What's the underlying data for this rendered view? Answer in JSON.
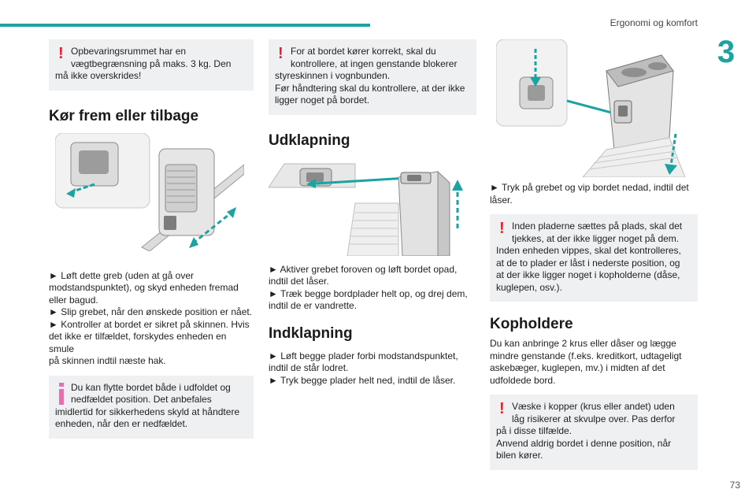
{
  "header": {
    "section_title": "Ergonomi og komfort",
    "chapter_number": "3",
    "page_number": "73"
  },
  "col1": {
    "warn1_line1": "Opbevaringsrummet har en",
    "warn1_line2": "vægtbegrænsning på maks. 3 kg. Den",
    "warn1_line3": "må ikke overskrides!",
    "heading": "Kør frem eller tilbage",
    "body": [
      "► Løft dette greb (uden at gå over",
      "modstandspunktet), og skyd enheden fremad",
      "eller bagud.",
      "► Slip grebet, når den ønskede position er nået.",
      "► Kontroller at bordet er sikret på skinnen. Hvis",
      "det ikke er tilfældet, forskydes enheden en smule",
      "på skinnen indtil næste hak."
    ],
    "info_line1": "Du kan flytte bordet både i udfoldet og",
    "info_line2": "nedfældet position. Det anbefales",
    "info_line3": "imidlertid for sikkerhedens skyld at håndtere",
    "info_line4": "enheden, når den er nedfældet."
  },
  "col2": {
    "warn_line1": "For at bordet kører korrekt, skal du",
    "warn_line2": "kontrollere, at ingen genstande blokerer",
    "warn_line3": "styreskinnen i vognbunden.",
    "warn_line4": "Før håndtering skal du kontrollere, at der ikke",
    "warn_line5": "ligger noget på bordet.",
    "heading1": "Udklapning",
    "body1": [
      "► Aktiver grebet foroven og løft bordet opad,",
      "indtil det låser.",
      "► Træk begge bordplader helt op, og drej dem,",
      "indtil de er vandrette."
    ],
    "heading2": "Indklapning",
    "body2": [
      "► Løft begge plader forbi modstandspunktet,",
      "indtil de står lodret.",
      "► Tryk begge plader helt ned, indtil de låser."
    ]
  },
  "col3": {
    "body1": [
      "► Tryk på grebet og vip bordet nedad, indtil det",
      "låser."
    ],
    "warn1_line1": "Inden pladerne sættes på plads, skal det",
    "warn1_line2": "tjekkes, at der ikke ligger noget på dem.",
    "warn1_line3": "Inden enheden vippes, skal det kontrolleres,",
    "warn1_line4": "at de to plader er låst i nederste position, og",
    "warn1_line5": "at der ikke ligger noget i kopholderne (dåse,",
    "warn1_line6": "kuglepen, osv.).",
    "heading": "Kopholdere",
    "body2": [
      "Du kan anbringe 2 krus eller dåser og lægge",
      "mindre genstande (f.eks. kreditkort, udtageligt",
      "askebæger, kuglepen, mv.) i midten af det",
      "udfoldede bord."
    ],
    "warn2_line1": "Væske i kopper (krus eller andet) uden",
    "warn2_line2": "låg risikerer at skvulpe over. Pas derfor",
    "warn2_line3": "på i disse tilfælde.",
    "warn2_line4": "Anvend aldrig bordet i denne position, når",
    "warn2_line5": "bilen kører."
  },
  "colors": {
    "accent": "#1aa3a0",
    "warning": "#e0212e",
    "info": "#e66fb0",
    "box_bg": "#eef0f2",
    "arrow": "#1aa3a0"
  },
  "icons": {
    "warning": "exclamation-icon",
    "info": "info-icon"
  }
}
